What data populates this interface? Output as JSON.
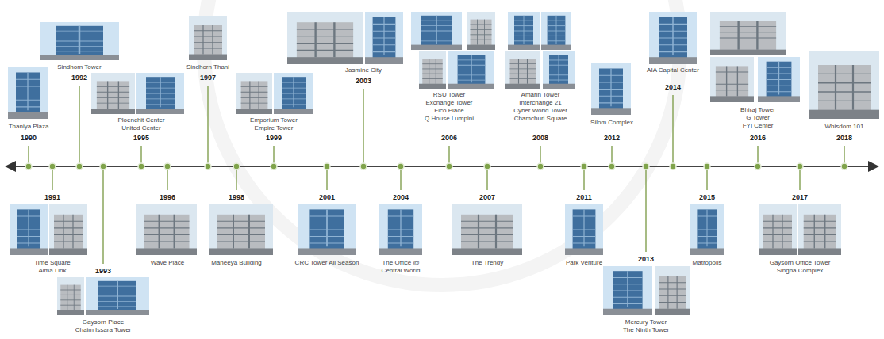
{
  "diagram": {
    "nodes": [
      {
        "text": [
          "Thaniya Plaza",
          "1990"
        ]
      },
      {
        "text": [
          "1991",
          "Time Square",
          "Alma Link"
        ]
      },
      {
        "text": [
          "Sindhorn Tower",
          "1992"
        ]
      },
      {
        "text": [
          "1993",
          "Gaysorn Place",
          "Chaim Issara Tower"
        ]
      },
      {
        "text": [
          "Ploenchit Center",
          "United Center",
          "1995"
        ]
      },
      {
        "text": [
          "1996",
          "Wave Place"
        ]
      },
      {
        "text": [
          "Sindhorn Thani",
          "1997"
        ]
      },
      {
        "text": [
          "1998",
          "Maneeya Building"
        ]
      },
      {
        "text": [
          "Emporium Tower",
          "Empire Tower",
          "1999"
        ]
      },
      {
        "text": [
          "2001",
          "CRC Tower All Season"
        ]
      },
      {
        "text": [
          "Jasmine City",
          "2003"
        ]
      },
      {
        "text": [
          "2004",
          "The Office @ Central World"
        ]
      },
      {
        "text": [
          "RSU Tower",
          "Exchange Tower",
          "Fico Place",
          "Q House Lumpini",
          "2006"
        ]
      },
      {
        "text": [
          "2007",
          "The Trendy"
        ]
      },
      {
        "text": [
          "Amarin Tower",
          "Interchange 21",
          "Cyber World Tower",
          "Chamchuri Square",
          "2008"
        ]
      },
      {
        "text": [
          "2011",
          "Park Venture"
        ]
      },
      {
        "text": [
          "Silom Complex",
          "2012"
        ]
      },
      {
        "text": [
          "2013",
          "Mercury Tower",
          "The Ninth Tower"
        ]
      },
      {
        "text": [
          "AIA Capital Center",
          "2014"
        ]
      },
      {
        "text": [
          "2015",
          "Matropolis"
        ]
      },
      {
        "text": [
          "Bhiraj Tower",
          "G Tower",
          "FYI Center",
          "2016"
        ]
      },
      {
        "text": [
          "2017",
          "Gaysorn Office Tower",
          "Singha Complex"
        ]
      },
      {
        "text": [
          "Whisdom 101",
          "2018"
        ]
      }
    ]
  }
}
